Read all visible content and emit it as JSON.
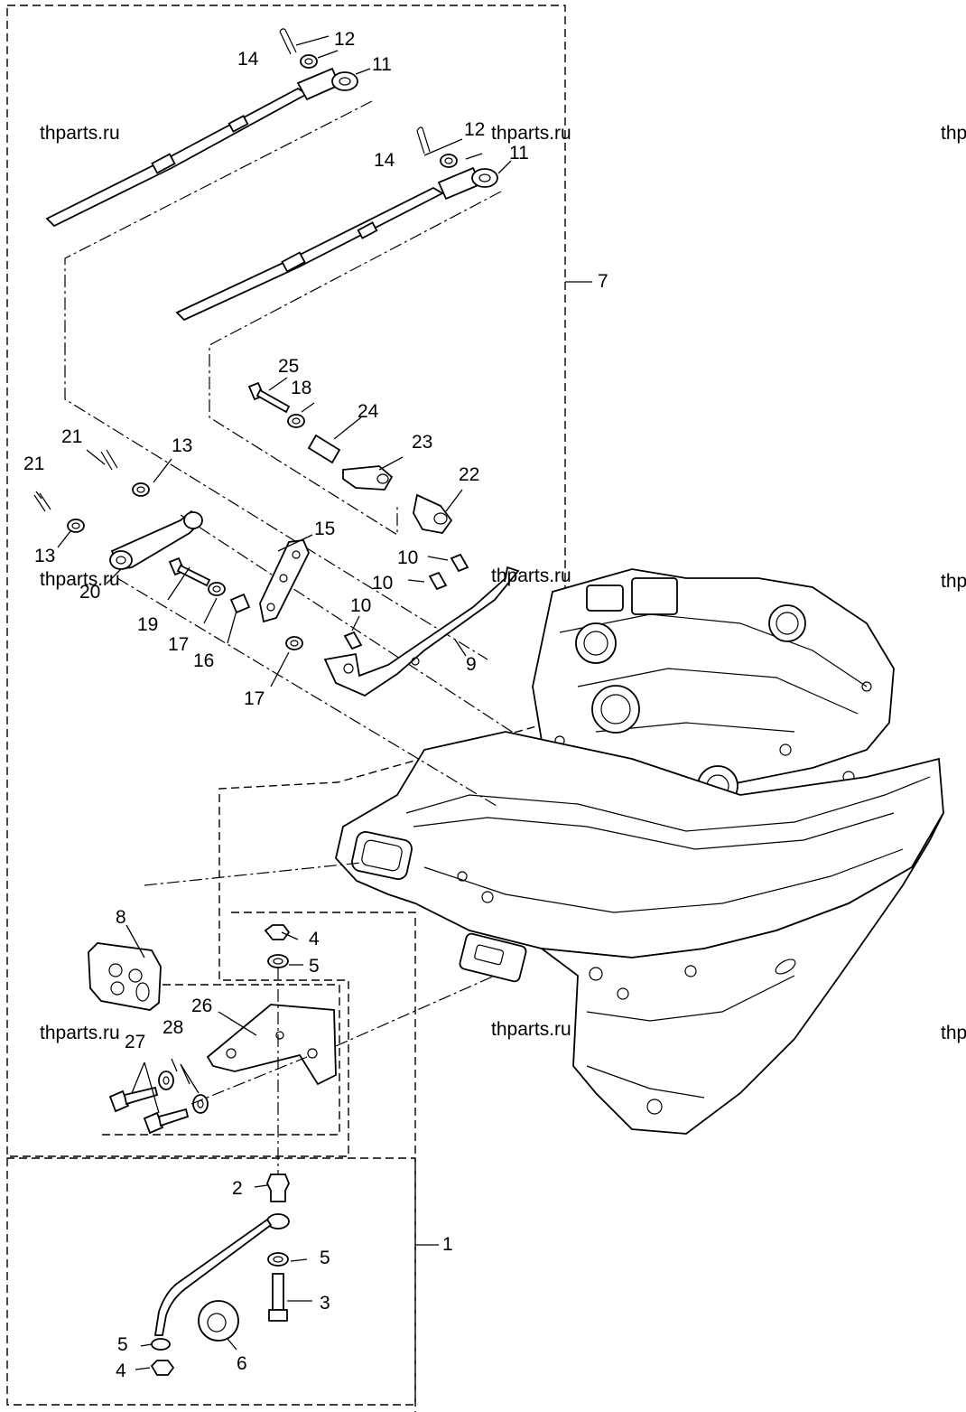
{
  "watermark": "thparts.ru",
  "callouts": {
    "c1": "1",
    "c2": "2",
    "c3": "3",
    "c4a": "4",
    "c4b": "4",
    "c5a": "5",
    "c5b": "5",
    "c5c": "5",
    "c6": "6",
    "c7": "7",
    "c8": "8",
    "c9": "9",
    "c10a": "10",
    "c10b": "10",
    "c10c": "10",
    "c11a": "11",
    "c11b": "11",
    "c12a": "12",
    "c12b": "12",
    "c13a": "13",
    "c13b": "13",
    "c14a": "14",
    "c14b": "14",
    "c15": "15",
    "c16": "16",
    "c17a": "17",
    "c17b": "17",
    "c18": "18",
    "c19": "19",
    "c20": "20",
    "c21a": "21",
    "c21b": "21",
    "c22": "22",
    "c23": "23",
    "c24": "24",
    "c25": "25",
    "c26": "26",
    "c27": "27",
    "c28": "28"
  },
  "colors": {
    "line": "#000000",
    "background": "#ffffff"
  }
}
